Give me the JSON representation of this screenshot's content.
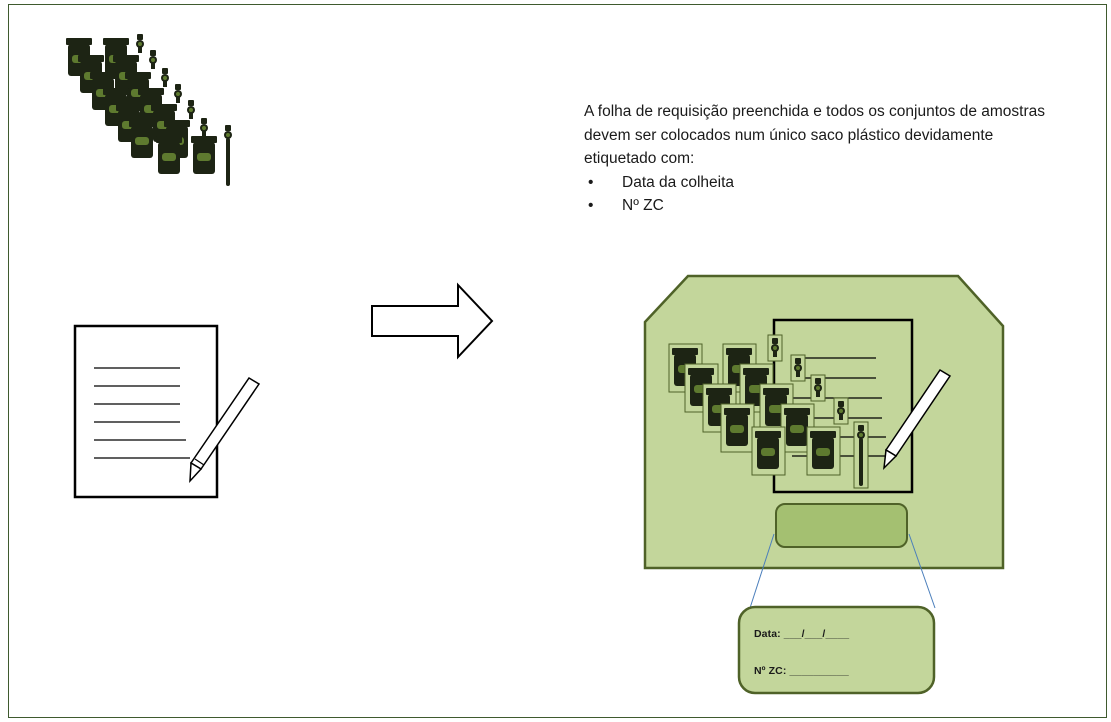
{
  "instructions": {
    "paragraph": "A folha de requisição preenchida e todos os conjuntos de amostras devem ser colocados num único saco plástico devidamente etiquetado com:",
    "items": [
      "Data da colheita",
      "Nº ZC"
    ]
  },
  "label_card": {
    "date_field": "Data: ___/___/____",
    "zc_field": "Nº ZC: __________"
  },
  "icons": {
    "sample_set": "sample-containers-icon",
    "form": "requisition-form-icon",
    "pencil": "pencil-icon",
    "arrow": "right-arrow-icon",
    "bag": "plastic-bag-icon",
    "label": "bag-label-icon"
  },
  "colors": {
    "frame": "#3f5a2e",
    "bag_fill": "#c3d69b",
    "bag_stroke": "#4f6228",
    "container_dark": "#1d2414",
    "container_label": "#5e7a2f"
  }
}
